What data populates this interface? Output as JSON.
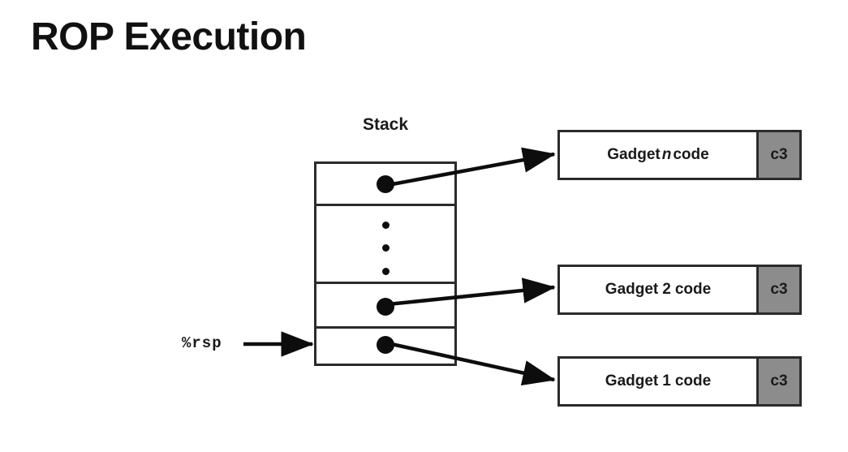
{
  "slide": {
    "title": "ROP Execution",
    "background_color": "#ffffff",
    "ink_color": "#1a1a1a"
  },
  "stack": {
    "label": "Stack",
    "pointer_label": "%rsp",
    "ellipsis_dot_count": 3,
    "cells": [
      {
        "name": "gadget-n-pointer",
        "content": "dot",
        "points_to": "gadget-n"
      },
      {
        "name": "ellipsis-cell",
        "content": "vertical-ellipsis",
        "points_to": ""
      },
      {
        "name": "gadget-2-pointer",
        "content": "dot",
        "points_to": "gadget-2"
      },
      {
        "name": "gadget-1-pointer",
        "content": "dot",
        "points_to": "gadget-1"
      }
    ]
  },
  "gadgets": [
    {
      "id": "gadget-n",
      "label_prefix": "Gadget",
      "label_index": "n",
      "label_suffix": "code",
      "index_italic": true,
      "ret_label": "c3",
      "ret_color": "#8c8c8c"
    },
    {
      "id": "gadget-2",
      "label_prefix": "Gadget",
      "label_index": "2",
      "label_suffix": "code",
      "index_italic": false,
      "ret_label": "c3",
      "ret_color": "#8c8c8c"
    },
    {
      "id": "gadget-1",
      "label_prefix": "Gadget",
      "label_index": "1",
      "label_suffix": "code",
      "index_italic": false,
      "ret_label": "c3",
      "ret_color": "#8c8c8c"
    }
  ]
}
